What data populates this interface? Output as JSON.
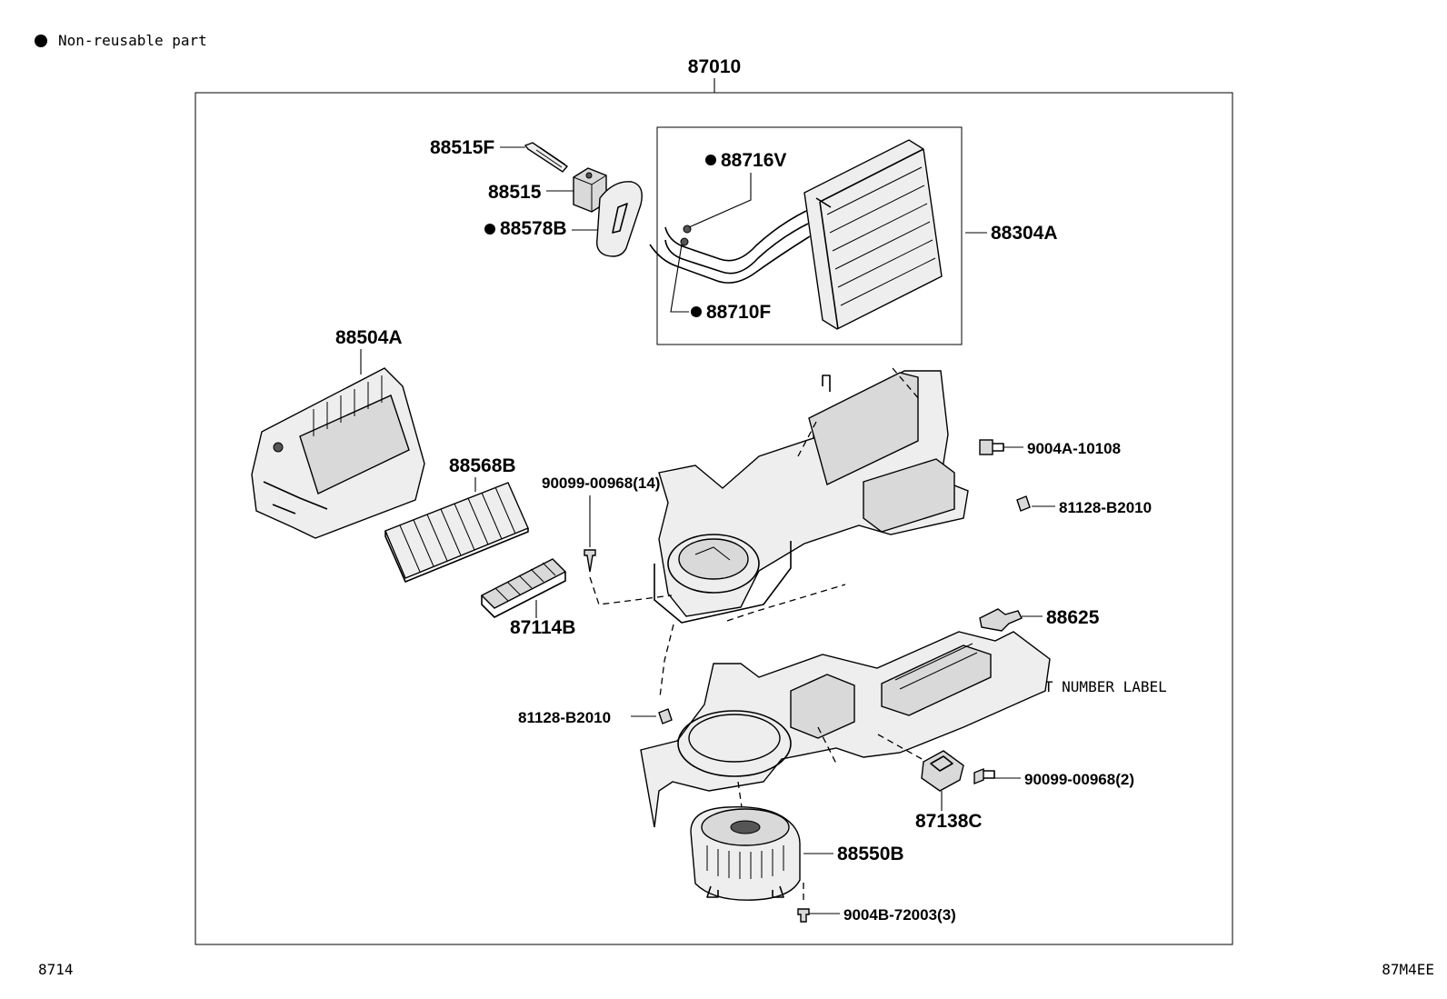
{
  "legend": {
    "marker": "●",
    "text": "Non-reusable part"
  },
  "footer": {
    "left_code": "8714",
    "right_code": "87M4EE"
  },
  "assembly_label": "87010",
  "callouts": {
    "bolt_88515f": "88515F",
    "valve_88515": "88515",
    "gasket_88578b": "88578B",
    "oring_88716v": "88716V",
    "evaporator_88304a": "88304A",
    "oring_88710f": "88710F",
    "case_88504a": "88504A",
    "filter_88568b": "88568B",
    "cover_87114b": "87114B",
    "screw_90099_14": "90099-00968(14)",
    "screw_9004a": "9004A-10108",
    "clip_81128_right": "81128-B2010",
    "sensor_88625": "88625",
    "part_number_label": "PART NUMBER LABEL",
    "clip_81128_left": "81128-B2010",
    "screw_90099_2": "90099-00968(2)",
    "resistor_87138c": "87138C",
    "blower_88550b": "88550B",
    "screw_9004b": "9004B-72003(3)"
  },
  "non_reusable_markers": [
    "88578B",
    "88716V",
    "88710F"
  ]
}
